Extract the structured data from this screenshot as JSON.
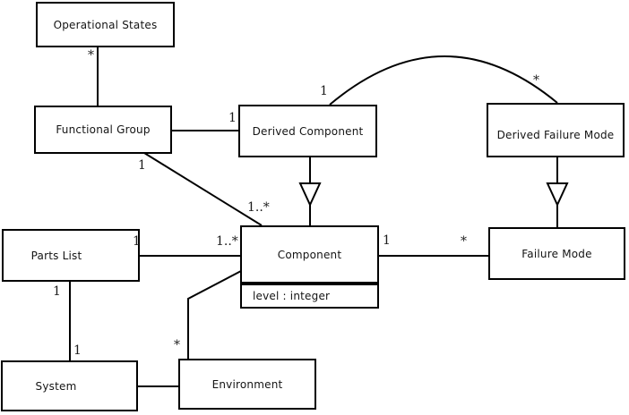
{
  "diagram": {
    "kind": "uml-class-diagram",
    "colors": {
      "line": "#000000",
      "background": "#ffffff",
      "text": "#141414"
    },
    "boxes": {
      "operational_states": {
        "label": "Operational States"
      },
      "functional_group": {
        "label": "Functional Group"
      },
      "derived_component": {
        "label": "Derived Component"
      },
      "derived_failure_mode": {
        "label": "Derived Failure Mode"
      },
      "parts_list": {
        "label": "Parts List"
      },
      "component": {
        "label": "Component",
        "attribute": "level : integer"
      },
      "failure_mode": {
        "label": "Failure Mode"
      },
      "system": {
        "label": "System"
      },
      "environment": {
        "label": "Environment"
      }
    },
    "multiplicities": {
      "os_fg_star": "*",
      "fg_dc_one": "1",
      "fg_comp_one": "1",
      "fg_comp_many": "1..*",
      "dc_arc_one": "1",
      "dfm_arc_star": "*",
      "pl_one": "1",
      "pl_comp_many": "1..*",
      "comp_fm_one": "1",
      "comp_fm_star": "*",
      "pl_sys_one_top": "1",
      "pl_sys_one_bottom": "1",
      "comp_env_star": "*"
    },
    "relationships": [
      {
        "from": "Operational States",
        "to": "Functional Group",
        "type": "association",
        "labels": [
          "*"
        ]
      },
      {
        "from": "Functional Group",
        "to": "Derived Component",
        "type": "association",
        "labels": [
          "1"
        ]
      },
      {
        "from": "Functional Group",
        "to": "Component",
        "type": "association",
        "labels": [
          "1",
          "1..*"
        ]
      },
      {
        "from": "Derived Component",
        "to": "Derived Failure Mode",
        "type": "association-arc",
        "labels": [
          "1",
          "*"
        ]
      },
      {
        "from": "Derived Component",
        "to": "Component",
        "type": "generalization",
        "labels": []
      },
      {
        "from": "Derived Failure Mode",
        "to": "Failure Mode",
        "type": "generalization",
        "labels": []
      },
      {
        "from": "Parts List",
        "to": "Component",
        "type": "association",
        "labels": [
          "1",
          "1..*"
        ]
      },
      {
        "from": "Component",
        "to": "Failure Mode",
        "type": "association",
        "labels": [
          "1",
          "*"
        ]
      },
      {
        "from": "Parts List",
        "to": "System",
        "type": "association",
        "labels": [
          "1",
          "1"
        ]
      },
      {
        "from": "Component",
        "to": "Environment",
        "type": "association",
        "labels": [
          "*"
        ]
      },
      {
        "from": "System",
        "to": "Environment",
        "type": "association",
        "labels": []
      }
    ]
  }
}
